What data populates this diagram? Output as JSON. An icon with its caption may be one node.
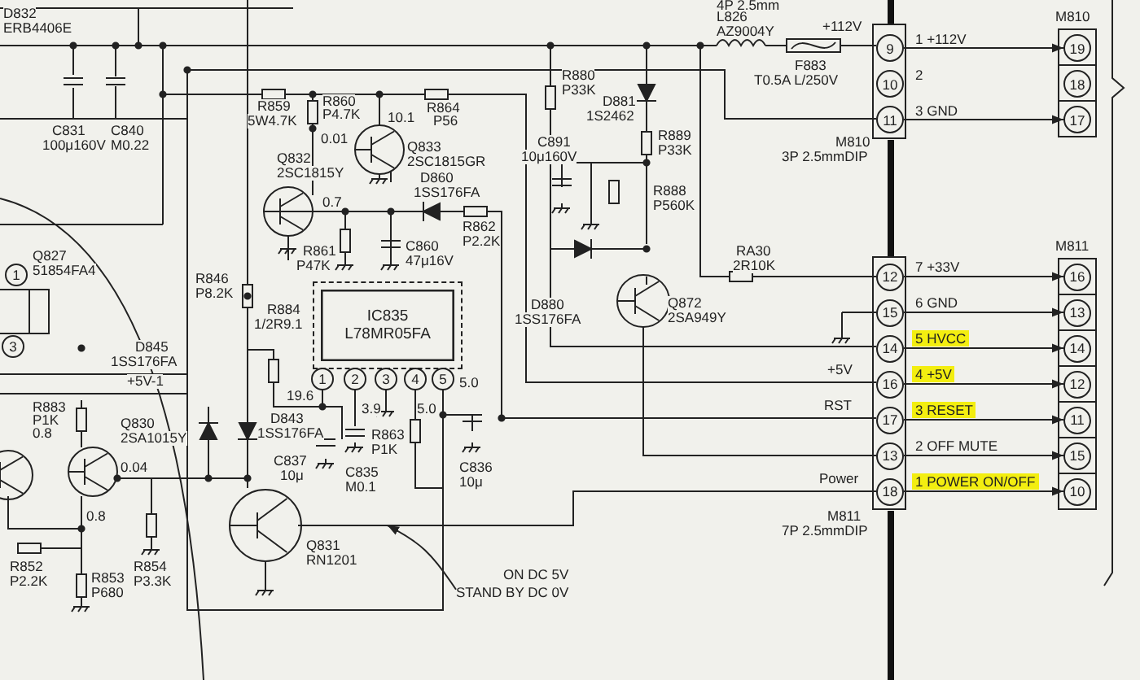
{
  "diagram": {
    "nodes": [
      {
        "text": [
          "1"
        ]
      },
      {
        "text": [
          "3"
        ]
      },
      {
        "text": [
          "IC835",
          "L78MR05FA"
        ]
      },
      {
        "text": [
          "1"
        ]
      },
      {
        "text": [
          "2"
        ]
      },
      {
        "text": [
          "3"
        ]
      },
      {
        "text": [
          "4"
        ]
      },
      {
        "text": [
          "5"
        ]
      },
      {
        "text": [
          "9"
        ]
      },
      {
        "text": [
          "10"
        ]
      },
      {
        "text": [
          "11"
        ]
      },
      {
        "text": [
          "19"
        ]
      },
      {
        "text": [
          "18"
        ]
      },
      {
        "text": [
          "17"
        ]
      },
      {
        "text": [
          "12"
        ]
      },
      {
        "text": [
          "15"
        ]
      },
      {
        "text": [
          "14"
        ]
      },
      {
        "text": [
          "16"
        ]
      },
      {
        "text": [
          "17"
        ]
      },
      {
        "text": [
          "13"
        ]
      },
      {
        "text": [
          "18"
        ]
      },
      {
        "text": [
          "16"
        ]
      },
      {
        "text": [
          "13"
        ]
      },
      {
        "text": [
          "14"
        ]
      },
      {
        "text": [
          "12"
        ]
      },
      {
        "text": [
          "11"
        ]
      },
      {
        "text": [
          "15"
        ]
      },
      {
        "text": [
          "10"
        ]
      },
      {
        "text": [
          "ON DC 5V",
          "STAND BY DC 0V"
        ]
      }
    ],
    "edges": [
      {
        "from": 8,
        "to": 11,
        "arrow": "to",
        "label": "1 +112V"
      },
      {
        "from": 10,
        "to": 13,
        "arrow": "to",
        "label": "3 GND"
      },
      {
        "from": 14,
        "to": 21,
        "arrow": "to",
        "label": "7 +33V"
      },
      {
        "from": 15,
        "to": 22,
        "arrow": "to",
        "label": "6 GND"
      },
      {
        "from": 16,
        "to": 23,
        "arrow": "to",
        "label": "5 HVCC"
      },
      {
        "from": 17,
        "to": 24,
        "arrow": "to",
        "label": "4 +5V"
      },
      {
        "from": 18,
        "to": 25,
        "arrow": "to",
        "label": "3 RESET"
      },
      {
        "from": 19,
        "to": 26,
        "arrow": "to",
        "label": "2 OFF MUTE"
      },
      {
        "from": 20,
        "to": 27,
        "arrow": "to",
        "label": "1 POWER ON/OFF"
      },
      {
        "from": 28,
        "to": null,
        "arrow": "to"
      }
    ],
    "labels": [
      "4P 2.5mm",
      "D832",
      "ERB4406E",
      "L826",
      "AZ9004Y",
      "+112V",
      "C831",
      "100μ160V",
      "C840",
      "M0.22",
      "R859",
      "5W4.7K",
      "R860",
      "P4.7K",
      "0.01",
      "10.1",
      "R864",
      "P56",
      "R880",
      "P33K",
      "D881",
      "1S2462",
      "F883",
      "T0.5A L/250V",
      "2",
      "M810",
      "C891",
      "10μ160V",
      "R889",
      "P33K",
      "Q833",
      "2SC1815GR",
      "Q832",
      "2SC1815Y",
      "D860",
      "1SS176FA",
      "M810",
      "3P 2.5mmDIP",
      "0.7",
      "R888",
      "P560K",
      "R862",
      "P2.2K",
      "R861",
      "P47K",
      "C860",
      "47μ16V",
      "RA30",
      "2R10K",
      "Q827",
      "51854FA4",
      "M811",
      "R846",
      "P8.2K",
      "R884",
      "1/2R9.1",
      "D880",
      "1SS176FA",
      "Q872",
      "2SA949Y",
      "D845",
      "1SS176FA",
      "+5V",
      "+5V-1",
      "5.0",
      "19.6",
      "R883",
      "P1K",
      "0.8",
      "RST",
      "3.9",
      "5.0",
      "D843",
      "1SS176FA",
      "Q830",
      "2SA1015Y",
      "R863",
      "P1K",
      "C837",
      "10μ",
      "C835",
      "M0.1",
      "C836",
      "10μ",
      "0.04",
      "Power",
      "M811",
      "7P 2.5mmDIP",
      "0.8",
      "Q831",
      "RN1201",
      "R852",
      "P2.2K",
      "R854",
      "P3.3K",
      "R853",
      "P680"
    ]
  }
}
